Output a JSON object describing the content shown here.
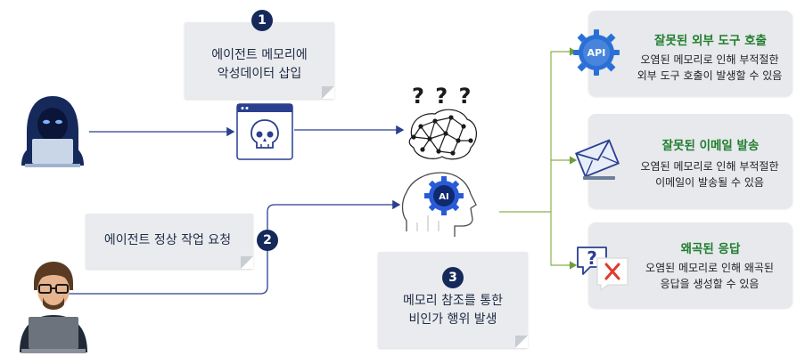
{
  "step1": {
    "number": "1",
    "line1": "에이전트 메모리에",
    "line2": "악성데이터 삽입"
  },
  "step2": {
    "number": "2",
    "text": "에이전트 정상 작업 요청"
  },
  "step3": {
    "number": "3",
    "line1": "메모리 참조를 통한",
    "line2": "비인가 행위 발생"
  },
  "question_marks": "? ? ?",
  "ai_badge": "AI",
  "outcomes": [
    {
      "title": "잘못된 외부 도구 호출",
      "desc1": "오염된 메모리로 인해 부적절한",
      "desc2": "외부 도구 호출이 발생할 수 있음",
      "icon": "api-gear-icon",
      "icon_text": "API"
    },
    {
      "title": "잘못된 이메일 발송",
      "desc1": "오염된 메모리로 인해 부적절한",
      "desc2": "이메일이 발송될 수 있음",
      "icon": "envelope-icon"
    },
    {
      "title": "왜곡된 응답",
      "desc1": "오염된 메모리로 인해 왜곡된",
      "desc2": "응답을 생성할 수 있음",
      "icon": "question-error-icon"
    }
  ],
  "colors": {
    "navy": "#15295a",
    "line_blue": "#2a3f8f",
    "green": "#1f7d2e",
    "note_bg": "#e9ebee",
    "card_bg": "#e7e9ec"
  }
}
